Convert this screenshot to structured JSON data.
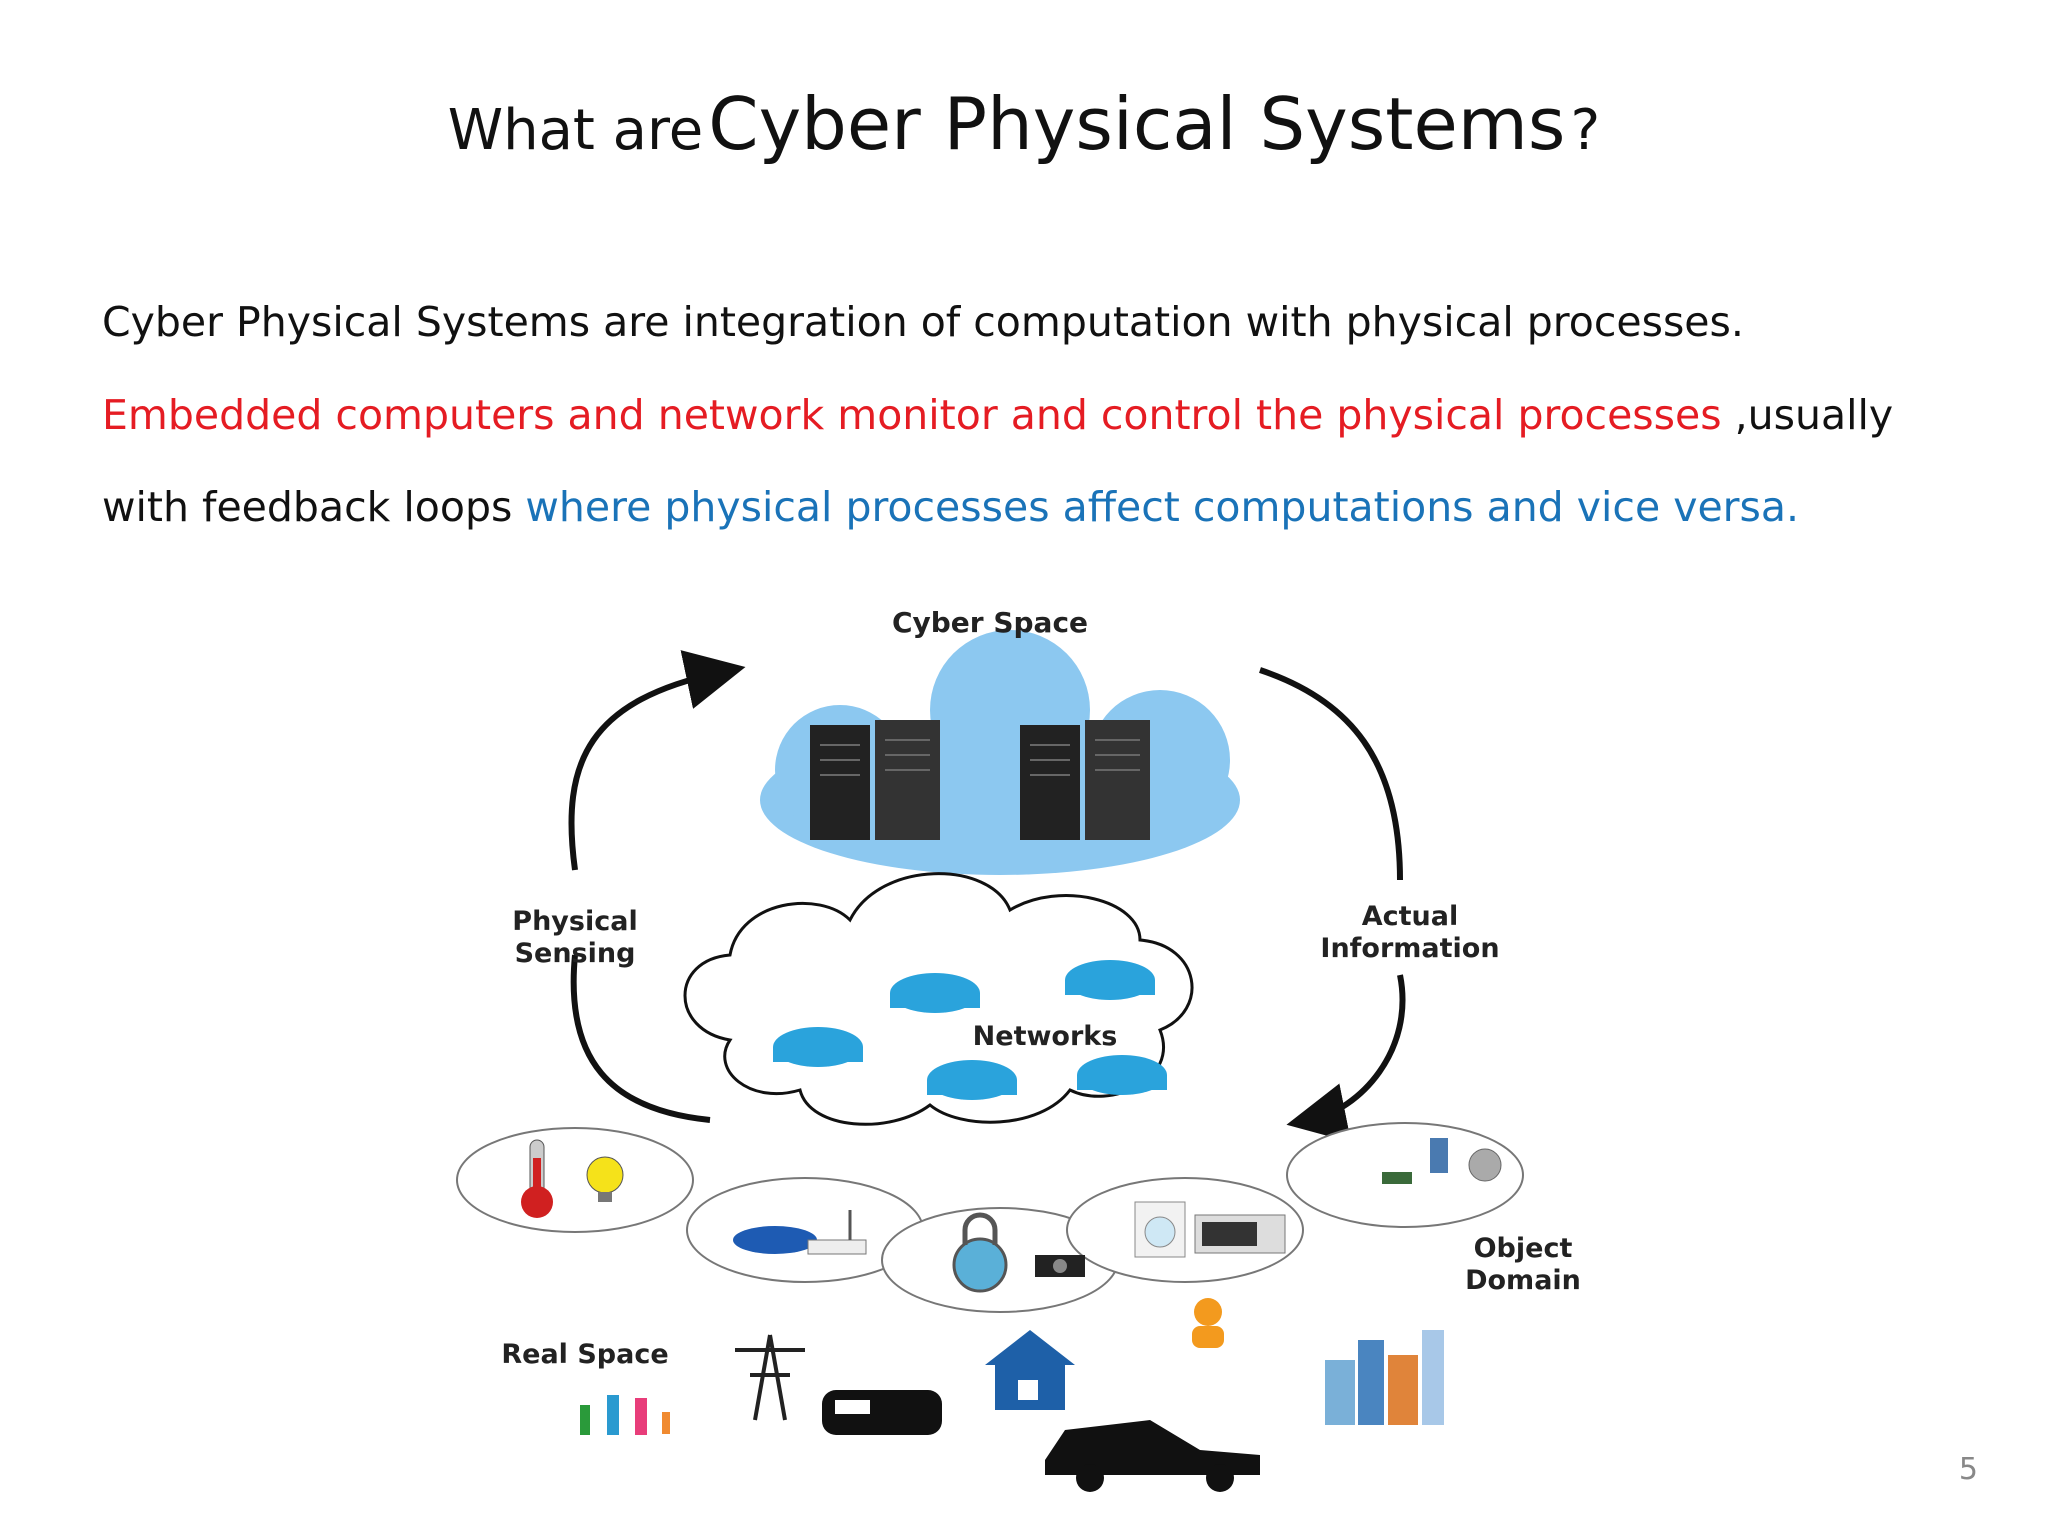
{
  "slide": {
    "title": {
      "prefix": "What are",
      "main": "Cyber Physical Systems",
      "suffix": "?"
    },
    "paragraph": {
      "line1": "Cyber Physical Systems are integration of computation with physical processes.",
      "line2_red": "Embedded computers and network monitor and control the physical processes",
      "line2_rest": " ,usually",
      "line3_start": "with feedback loops ",
      "line3_blue": "where physical processes affect computations and vice versa."
    },
    "diagram": {
      "cyber_space": "Cyber Space",
      "physical_sensing_1": "Physical",
      "physical_sensing_2": "Sensing",
      "actual_information_1": "Actual",
      "actual_information_2": "Information",
      "networks": "Networks",
      "object_domain_1": "Object",
      "object_domain_2": "Domain",
      "real_space": "Real Space"
    },
    "page_number": "5",
    "colors": {
      "red_text": "#e51c23",
      "blue_text": "#1a73b8",
      "cloud_blue": "#8cc8f0",
      "router_blue": "#2aa3dc"
    }
  }
}
